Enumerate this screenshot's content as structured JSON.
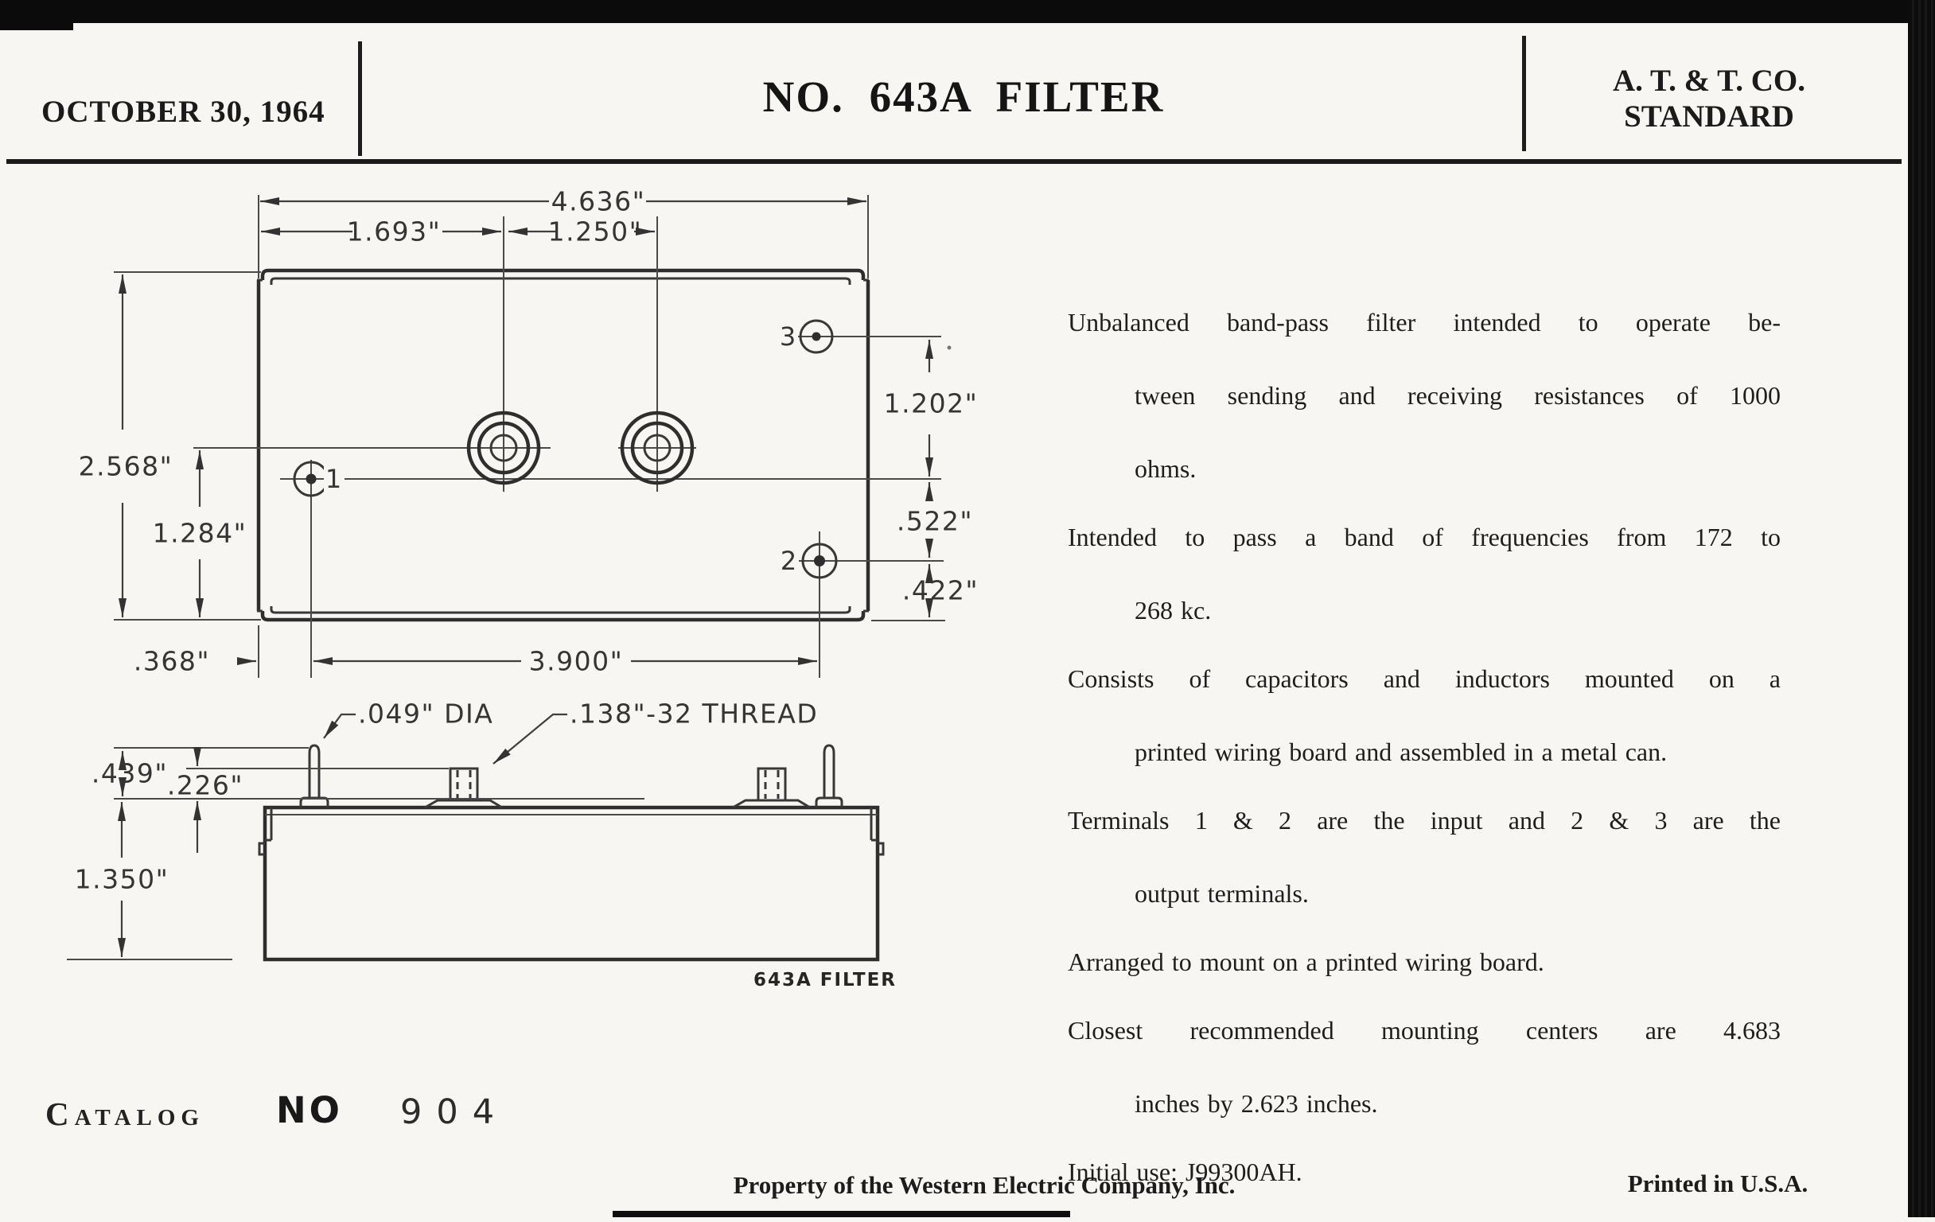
{
  "header": {
    "date": "OCTOBER 30, 1964",
    "title": "NO. 643A FILTER",
    "org_line1": "A. T. & T. CO.",
    "org_line2": "STANDARD"
  },
  "drawing": {
    "top_view": {
      "dims": {
        "width_total": "4.636\"",
        "left_to_bushing1": "1.693\"",
        "bushing1_to_bushing2": "1.250\"",
        "height_total": "2.568\"",
        "center_to_bottom": "1.284\"",
        "edge_to_terminal1": ".368\"",
        "terminal1_to_terminal2": "3.900\"",
        "terminal3_to_terminal1": "1.202\"",
        "terminal1_to_terminal2_vert": ".522\"",
        "terminal2_to_bottom": ".422\""
      },
      "terminal_labels": {
        "t1": "1",
        "t2": "2",
        "t3": "3"
      }
    },
    "side_view": {
      "pin_dia": ".049\" DIA",
      "thread": ".138\"-32 THREAD",
      "pin_height": ".439\"",
      "bushing_height": ".226\"",
      "can_height": "1.350\"",
      "caption": "643A  FILTER"
    }
  },
  "description": {
    "paragraphs": [
      [
        "Unbalanced band-pass filter intended to operate be-",
        "tween sending and receiving resistances of 1000",
        "ohms."
      ],
      [
        "Intended to pass a band of frequencies from 172 to",
        "268 kc."
      ],
      [
        "Consists of capacitors and inductors mounted on a",
        "printed wiring board and assembled in a metal can."
      ],
      [
        "Terminals 1 & 2 are the input and 2 & 3 are the",
        "output terminals."
      ],
      [
        "Arranged to mount on a printed wiring board."
      ],
      [
        "Closest recommended mounting centers are 4.683",
        "inches by 2.623 inches."
      ],
      [
        "Initial use:  J99300AH."
      ]
    ]
  },
  "catalog": {
    "label": "Catalog",
    "no": "NO",
    "number": "904"
  },
  "footer": {
    "property": "Property of the Western Electric Company, Inc.",
    "printed": "Printed in U.S.A."
  }
}
